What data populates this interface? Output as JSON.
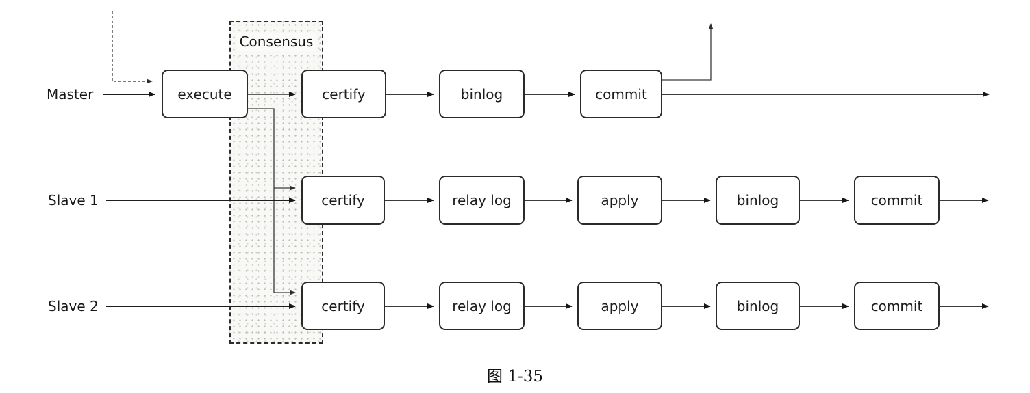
{
  "figure": {
    "caption": "图 1-35",
    "consensus_label": "Consensus"
  },
  "rows": [
    {
      "label": "Master",
      "nodes": [
        {
          "label": "execute"
        },
        {
          "label": "certify"
        },
        {
          "label": "binlog"
        },
        {
          "label": "commit"
        }
      ]
    },
    {
      "label": "Slave 1",
      "nodes": [
        {
          "label": "certify"
        },
        {
          "label": "relay log"
        },
        {
          "label": "apply"
        },
        {
          "label": "binlog"
        },
        {
          "label": "commit"
        }
      ]
    },
    {
      "label": "Slave 2",
      "nodes": [
        {
          "label": "certify"
        },
        {
          "label": "relay log"
        },
        {
          "label": "apply"
        },
        {
          "label": "binlog"
        },
        {
          "label": "commit"
        }
      ]
    }
  ],
  "colors": {
    "line": "#1f1f1f",
    "thin_line": "#3a3a3a",
    "dashed_entry_line": "#4a4a4a",
    "box_border": "#2a2a2a",
    "consensus_fill": "#f8f8f6",
    "background": "#ffffff"
  }
}
